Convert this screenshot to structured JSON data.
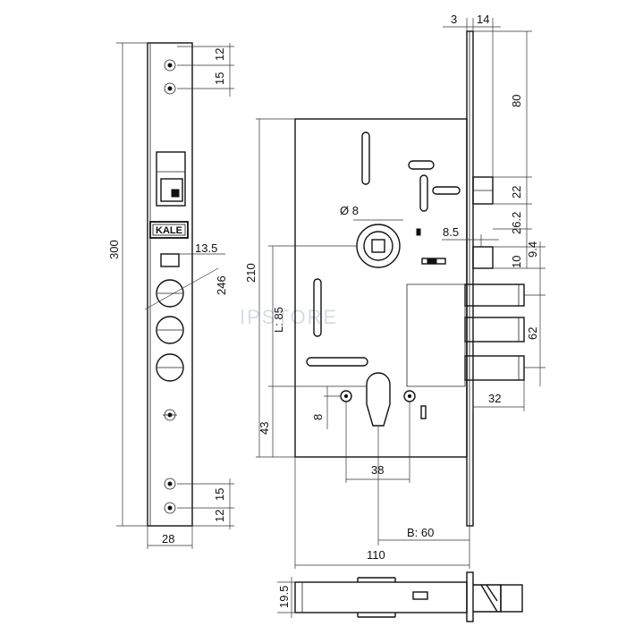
{
  "brand": "KALE",
  "watermark": "IPSTORE",
  "dimensions": {
    "faceplate_height": "300",
    "hole_span": "246",
    "faceplate_width": "28",
    "top_hole_a": "12",
    "top_hole_b": "15",
    "bottom_hole_a": "15",
    "bottom_hole_b": "12",
    "offset_13_5": "13.5",
    "body_height": "210",
    "l_85": "L: 85",
    "dim_43": "43",
    "dim_8": "8",
    "spindle": "Ø 8",
    "dim_38": "38",
    "backset": "B: 60",
    "body_depth": "110",
    "dim_3": "3",
    "dim_14": "14",
    "dim_80": "80",
    "dim_22": "22",
    "dim_26_2": "26.2",
    "dim_8_5": "8.5",
    "dim_9_4": "9.4",
    "dim_10": "10",
    "bolt_spacing": "62",
    "bolt_throw": "32",
    "thickness": "19.5"
  }
}
